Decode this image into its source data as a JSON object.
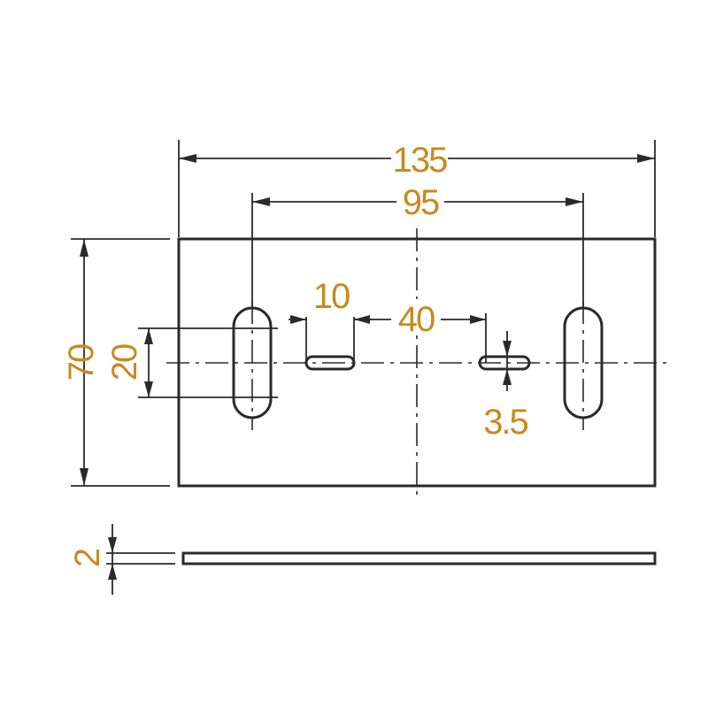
{
  "dimensions": {
    "overall_width": "135",
    "slot_pitch": "95",
    "overall_height": "70",
    "slot_length": "20",
    "small_slot_length": "10",
    "small_slot_pitch": "40",
    "small_slot_width": "3.5",
    "thickness": "2"
  },
  "colors": {
    "line": "#2a2a2a",
    "dimension_text": "#c8891e"
  }
}
